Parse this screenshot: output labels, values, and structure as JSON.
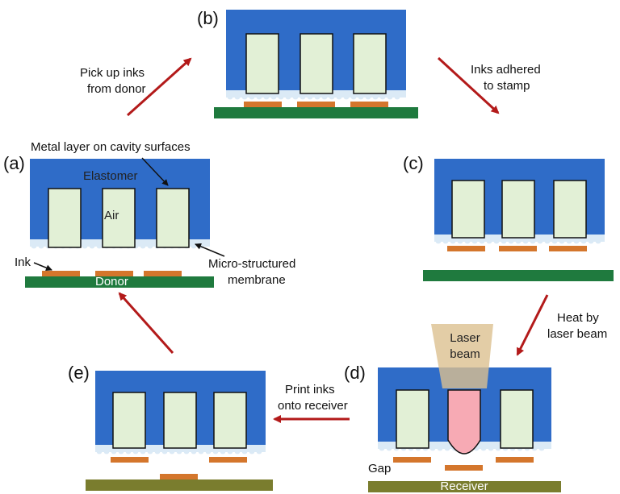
{
  "colors": {
    "elastomer": "#2f6cc8",
    "cavity": "#e2f0d6",
    "membrane": "#dbeaf6",
    "ink": "#d4762c",
    "donor": "#1f7a3e",
    "receiver": "#7a7d2e",
    "arrow": "#b31a1a",
    "laser_beam": "#dcc090",
    "heated_cavity": "#f7aab4"
  },
  "panels": {
    "a": "(a)",
    "b": "(b)",
    "c": "(c)",
    "d": "(d)",
    "e": "(e)"
  },
  "labels": {
    "metal_layer": "Metal layer on cavity surfaces",
    "elastomer": "Elastomer",
    "air": "Air",
    "ink": "Ink",
    "micro_line1": "Micro-structured",
    "micro_line2": "membrane",
    "donor": "Donor",
    "laser_line1": "Laser",
    "laser_line2": "beam",
    "gap": "Gap",
    "receiver": "Receiver"
  },
  "steps": {
    "pick_line1": "Pick up inks",
    "pick_line2": "from donor",
    "adhered_line1": "Inks adhered",
    "adhered_line2": "to stamp",
    "heat_line1": "Heat by",
    "heat_line2": "laser beam",
    "print_line1": "Print inks",
    "print_line2": "onto receiver"
  }
}
